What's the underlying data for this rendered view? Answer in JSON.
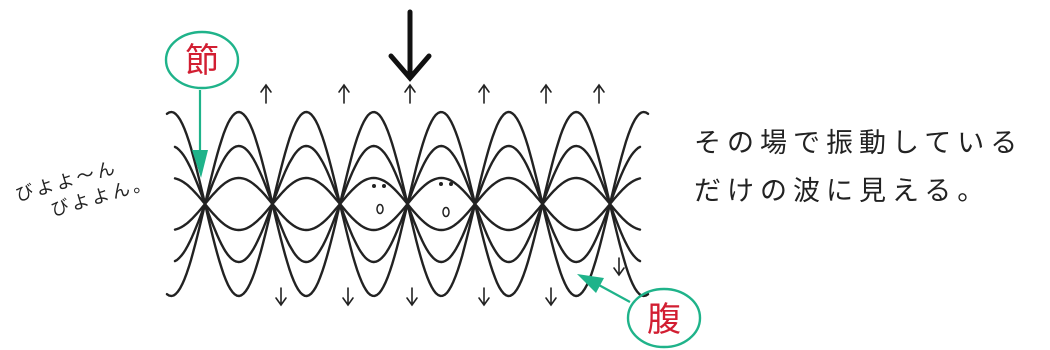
{
  "labels": {
    "node": "節",
    "antinode": "腹",
    "onomatopoeia_line1": "びよよ〜ん",
    "onomatopoeia_line2": "びよよん。",
    "description_line1": "その場で振動している",
    "description_line2": "だけの波に見える。"
  },
  "colors": {
    "ink": "#222222",
    "teal": "#1fb38a",
    "red": "#d21e32"
  },
  "icons": {
    "top_arrow": "down-arrow-icon",
    "small_arrows": "arrow-icon"
  }
}
